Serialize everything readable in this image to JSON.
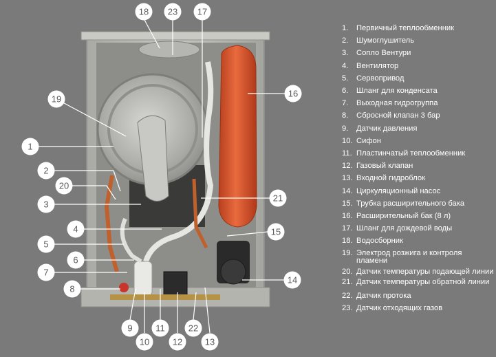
{
  "legend": {
    "items": [
      {
        "num": "1.",
        "text": "Первичный теплообменник"
      },
      {
        "num": "2.",
        "text": "Шумоглушитель"
      },
      {
        "num": "3.",
        "text": "Сопло Вентури"
      },
      {
        "num": "4.",
        "text": "Вентилятор"
      },
      {
        "num": "5.",
        "text": "Сервопривод"
      },
      {
        "num": "6.",
        "text": "Шланг для конденсата"
      },
      {
        "num": "7.",
        "text": "Выходная гидрогруппа"
      },
      {
        "num": "8.",
        "text": "Сбросной клапан 3 бар"
      },
      {
        "num": "9.",
        "text": "Датчик давления"
      },
      {
        "num": "10.",
        "text": "Сифон"
      },
      {
        "num": "11.",
        "text": "Пластинчатый теплообменник"
      },
      {
        "num": "12.",
        "text": "Газовый клапан"
      },
      {
        "num": "13.",
        "text": "Входной гидроблок"
      },
      {
        "num": "14.",
        "text": "Циркуляционный насос"
      },
      {
        "num": "15.",
        "text": "Трубка расширительного бака"
      },
      {
        "num": "16.",
        "text": "Расширительный бак (8 л)"
      },
      {
        "num": "17.",
        "text": "Шланг для дождевой воды"
      },
      {
        "num": "18.",
        "text": "Водосборник"
      },
      {
        "num": "19.",
        "text": "Электрод розжига и контроля пламени"
      },
      {
        "num": "20.",
        "text": "Датчик температуры подающей линии"
      },
      {
        "num": "21.",
        "text": "Датчик температуры обратной линии"
      },
      {
        "num": "22.",
        "text": "Датчик протока"
      },
      {
        "num": "23.",
        "text": "Датчик отходящих газов"
      }
    ]
  },
  "callouts": [
    "18",
    "23",
    "17",
    "16",
    "19",
    "1",
    "2",
    "20",
    "3",
    "21",
    "4",
    "15",
    "5",
    "6",
    "7",
    "14",
    "8",
    "9",
    "10",
    "11",
    "12",
    "22",
    "13"
  ],
  "colors": {
    "background": "#7a7a7a",
    "casing": "#b9bab3",
    "expansion_tank": "#d8542a",
    "callout_fill": "#ffffff",
    "callout_text": "#5b5b5b"
  }
}
